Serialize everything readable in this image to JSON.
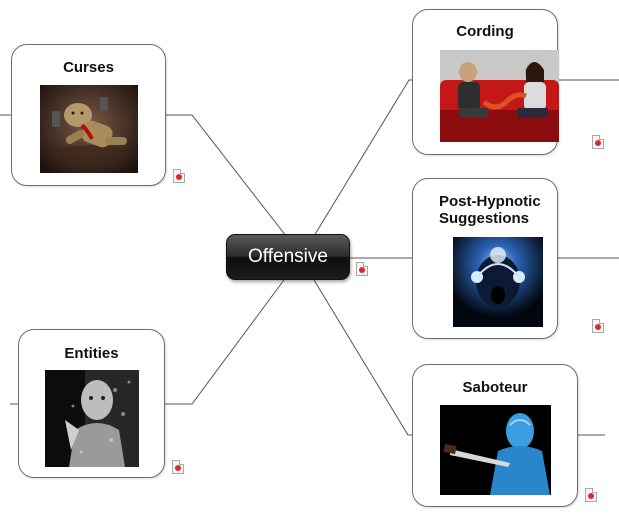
{
  "central_topic": {
    "label": "Offensive"
  },
  "topics": [
    {
      "id": "curses",
      "label": "Curses"
    },
    {
      "id": "cording",
      "label": "Cording"
    },
    {
      "id": "post-hypnotic",
      "label": "Post-Hypnotic Suggestions",
      "label_line1": "Post-Hypnotic",
      "label_line2": "Suggestions"
    },
    {
      "id": "entities",
      "label": "Entities"
    },
    {
      "id": "saboteur",
      "label": "Saboteur"
    }
  ],
  "icons": {
    "attachment": "document-attachment-icon"
  },
  "colors": {
    "central_bg": "#1d1d1d",
    "central_text": "#ffffff",
    "topic_border": "#6e6e6e",
    "connector": "#555555",
    "attachment_accent": "#d92b2b"
  }
}
